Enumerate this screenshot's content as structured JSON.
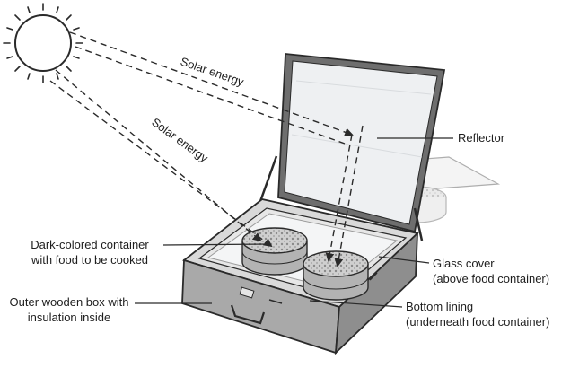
{
  "labels": {
    "solar_energy_upper": "Solar energy",
    "solar_energy_lower": "Solar energy",
    "reflector": "Reflector",
    "dark_container": [
      "Dark-colored container",
      "with food to be cooked"
    ],
    "glass_cover": [
      "Glass cover",
      "(above food container)"
    ],
    "outer_box": [
      "Outer wooden box with",
      "insulation inside"
    ],
    "bottom_lining": [
      "Bottom lining",
      "(underneath food container)"
    ]
  },
  "colors": {
    "outline": "#2a2a2a",
    "box_top": "#d9d9d9",
    "box_front": "#a9a9a9",
    "box_side": "#8e8e8e",
    "lid_frame": "#6e6e6e",
    "glass": "#eef0f2",
    "interior": "#e7e7e7",
    "container_fill": "#c9c9c9",
    "container_band": "#b3b3b3"
  }
}
